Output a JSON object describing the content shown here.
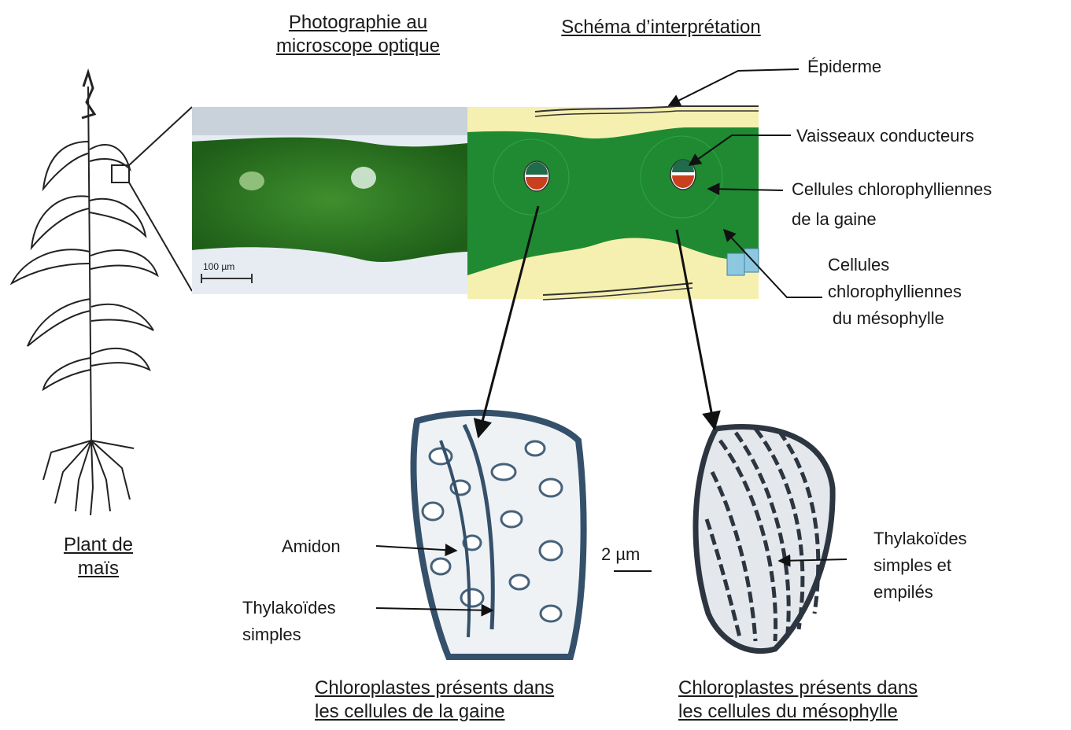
{
  "titles": {
    "photo_line1": "Photographie au",
    "photo_line2": "microscope optique",
    "schema": "Schéma d’interprétation",
    "plant_line1": "Plant de",
    "plant_line2": "maïs",
    "gaine_line1": "Chloroplastes présents dans",
    "gaine_line2": "les cellules de la gaine",
    "meso_line1": "Chloroplastes présents dans",
    "meso_line2": "les cellules du mésophylle"
  },
  "labels": {
    "epiderme": "Épiderme",
    "vaisseaux": "Vaisseaux conducteurs",
    "gaine_line1": "Cellules chlorophylliennes",
    "gaine_line2": "de la gaine",
    "meso_line1": "Cellules",
    "meso_line2": "chlorophylliennes",
    "meso_line3": "du mésophylle",
    "amidon": "Amidon",
    "thyla_simple_line1": "Thylakoïdes",
    "thyla_simple_line2": "simples",
    "thyla_empile_line1": "Thylakoïdes",
    "thyla_empile_line2": "simples et",
    "thyla_empile_line3": "empilés"
  },
  "scales": {
    "micro": "100 µm",
    "em": "2 µm"
  },
  "colors": {
    "chlorophyll_green": "#1f8a32",
    "epidermis_yellow": "#f6f0b0",
    "xylem_green": "#1f6b4a",
    "phloem_red": "#c8401e",
    "mesophyll_blue": "#8ec7e0"
  }
}
